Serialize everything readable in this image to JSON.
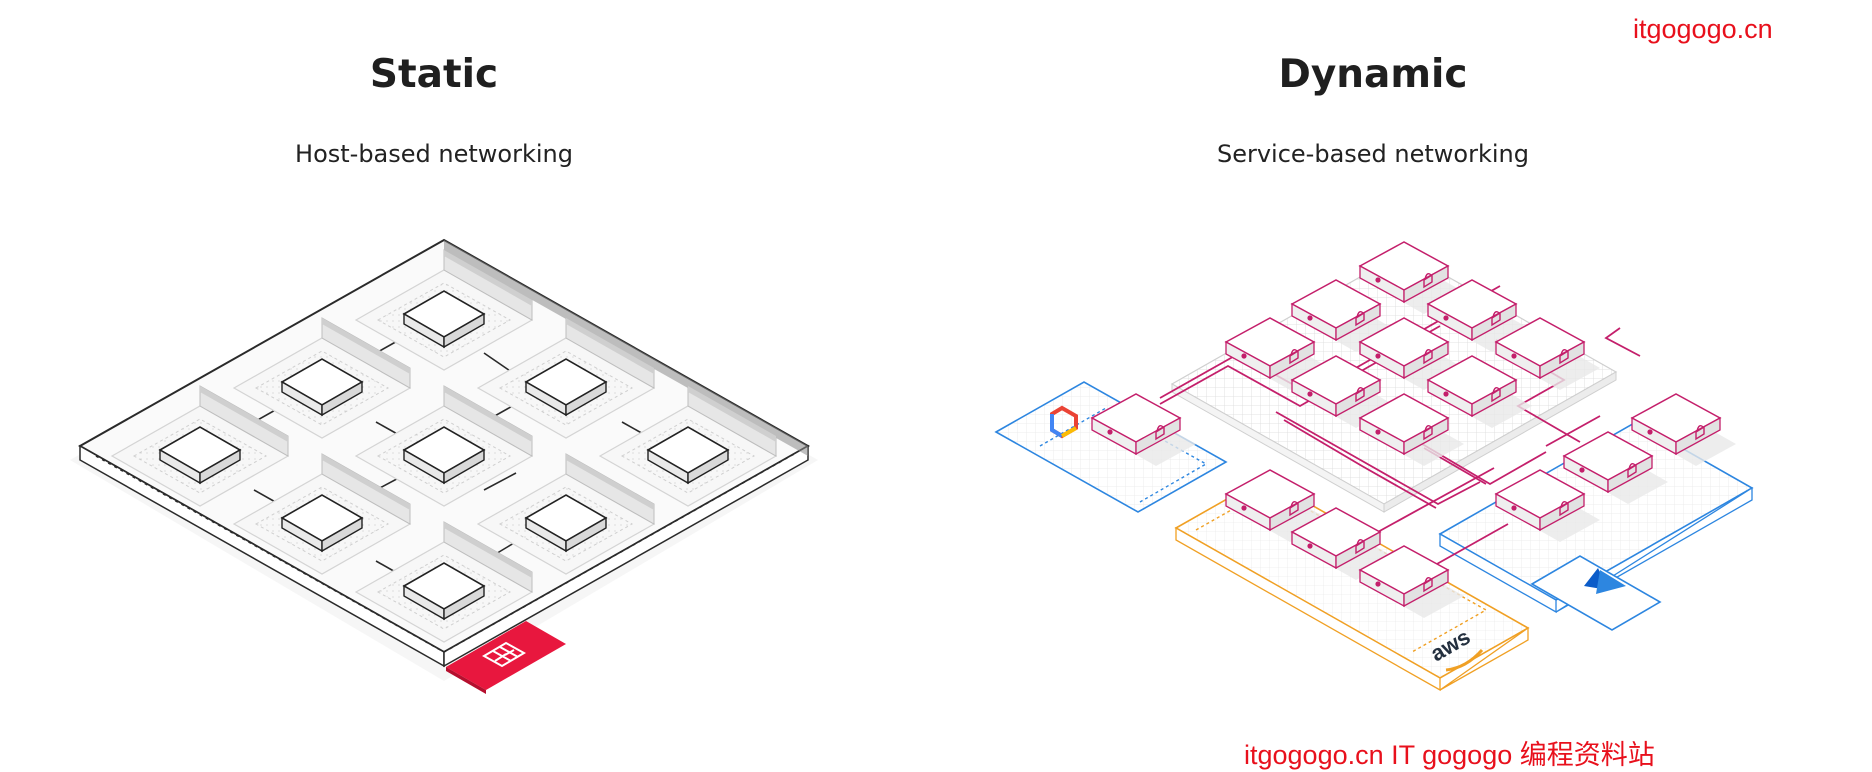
{
  "watermark_top": "itgogogo.cn",
  "watermark_bottom": "itgogogo.cn IT gogogo 编程资料站",
  "static_panel": {
    "title": "Static",
    "subtitle": "Host-based networking"
  },
  "dynamic_panel": {
    "title": "Dynamic",
    "subtitle": "Service-based networking",
    "provider_label_aws": "aws"
  },
  "colors": {
    "service_magenta": "#c41f6b",
    "firewall_red": "#e8173e",
    "azure_blue": "#2d86e0",
    "aws_orange": "#f0a024",
    "grid_gray": "#d7d7d7",
    "outline_dark": "#222222",
    "watermark_red": "#e8101c"
  },
  "icons": [
    "firewall-icon",
    "google-cloud-icon",
    "azure-icon",
    "aws-icon",
    "lock-icon"
  ]
}
